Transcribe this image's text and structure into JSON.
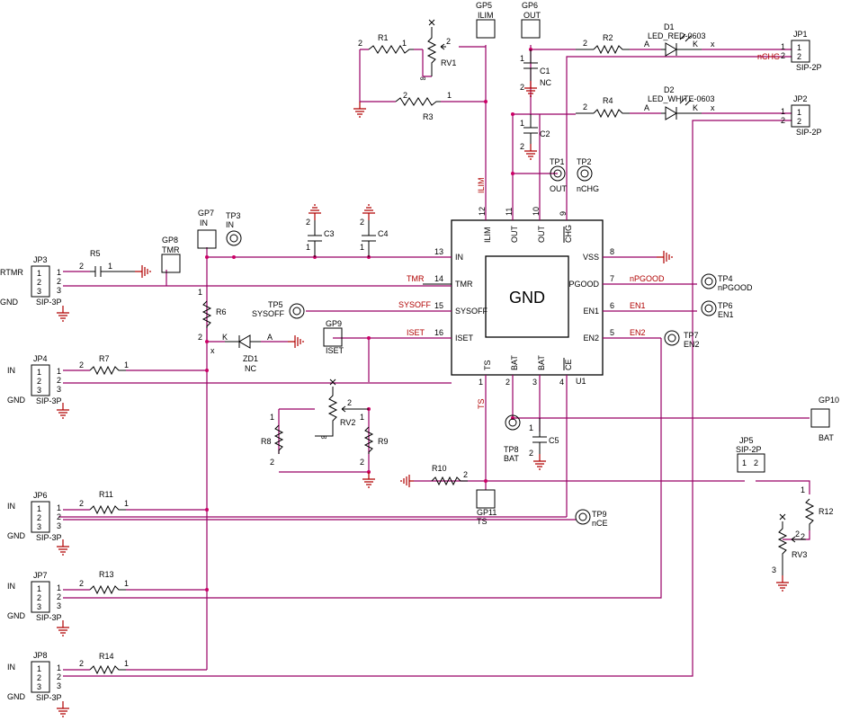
{
  "ic": {
    "ref": "U1",
    "label": "GND",
    "left": [
      {
        "num": "13",
        "name": "IN"
      },
      {
        "num": "14",
        "name": "TMR"
      },
      {
        "num": "15",
        "name": "SYSOFF"
      },
      {
        "num": "16",
        "name": "ISET"
      }
    ],
    "right": [
      {
        "num": "8",
        "name": "VSS"
      },
      {
        "num": "7",
        "name": "PGOOD"
      },
      {
        "num": "6",
        "name": "EN1"
      },
      {
        "num": "5",
        "name": "EN2"
      }
    ],
    "top": [
      {
        "num": "12",
        "name": "ILIM"
      },
      {
        "num": "11",
        "name": "OUT"
      },
      {
        "num": "10",
        "name": "OUT"
      },
      {
        "num": "9",
        "name": "CHG"
      }
    ],
    "bottom": [
      {
        "num": "1",
        "name": "TS"
      },
      {
        "num": "2",
        "name": "BAT"
      },
      {
        "num": "3",
        "name": "BAT"
      },
      {
        "num": "4",
        "name": "CE"
      }
    ]
  },
  "nets": {
    "ilim": "ILIM",
    "tmr": "TMR",
    "sysoff": "SYSOFF",
    "iset": "ISET",
    "npgood": "nPGOOD",
    "en1": "EN1",
    "en2": "EN2",
    "ts": "TS",
    "nchg": "nCHG"
  },
  "gp": {
    "gp5": [
      "GP5",
      "ILIM"
    ],
    "gp6": [
      "GP6",
      "OUT"
    ],
    "gp7": [
      "GP7",
      "IN"
    ],
    "gp8": [
      "GP8",
      "TMR"
    ],
    "gp9": [
      "GP9",
      "ISET"
    ],
    "gp10": [
      "GP10",
      "BAT"
    ],
    "gp11": [
      "GP11",
      "TS"
    ]
  },
  "tp": {
    "tp1": [
      "TP1",
      "OUT"
    ],
    "tp2": [
      "TP2",
      "nCHG"
    ],
    "tp3": [
      "TP3",
      "IN"
    ],
    "tp4": [
      "TP4",
      "nPGOOD"
    ],
    "tp5": [
      "TP5",
      "SYSOFF"
    ],
    "tp6": [
      "TP6",
      "EN1"
    ],
    "tp7": [
      "TP7",
      "EN2"
    ],
    "tp8": [
      "TP8",
      "BAT"
    ],
    "tp9": [
      "TP9",
      "nCE"
    ]
  },
  "jp": {
    "jp1": [
      "JP1",
      "SIP-2P"
    ],
    "jp2": [
      "JP2",
      "SIP-2P"
    ],
    "jp3": [
      "JP3",
      "SIP-3P"
    ],
    "jp4": [
      "JP4",
      "SIP-3P"
    ],
    "jp5": [
      "JP5",
      "SIP-2P"
    ],
    "jp6": [
      "JP6",
      "SIP-3P"
    ],
    "jp7": [
      "JP7",
      "SIP-3P"
    ],
    "jp8": [
      "JP8",
      "SIP-3P"
    ]
  },
  "res": {
    "r1": "R1",
    "r2": "R2",
    "r3": "R3",
    "r4": "R4",
    "r5": "R5",
    "r6": "R6",
    "r7": "R7",
    "r8": "R8",
    "r9": "R9",
    "r10": "R10",
    "r11": "R11",
    "r12": "R12",
    "r13": "R13",
    "r14": "R14"
  },
  "pot": {
    "rv1": "RV1",
    "rv2": "RV2",
    "rv3": "RV3"
  },
  "cap": {
    "c1": "C1",
    "c1nc": "NC",
    "c2": "C2",
    "c3": "C3",
    "c4": "C4",
    "c5": "C5"
  },
  "diode": {
    "d1": "D1",
    "d1v": "LED_RED-0603",
    "d2": "D2",
    "d2v": "LED_WHITE-0603",
    "zd1": "ZD1",
    "zd1nc": "NC"
  },
  "side": {
    "rtmr": "RTMR",
    "in": "IN",
    "gnd": "GND"
  },
  "pins": {
    "p1": "1",
    "p2": "2",
    "p3": "3"
  },
  "letters": {
    "a": "A",
    "k": "K",
    "x": "x",
    "inf": "∞"
  }
}
